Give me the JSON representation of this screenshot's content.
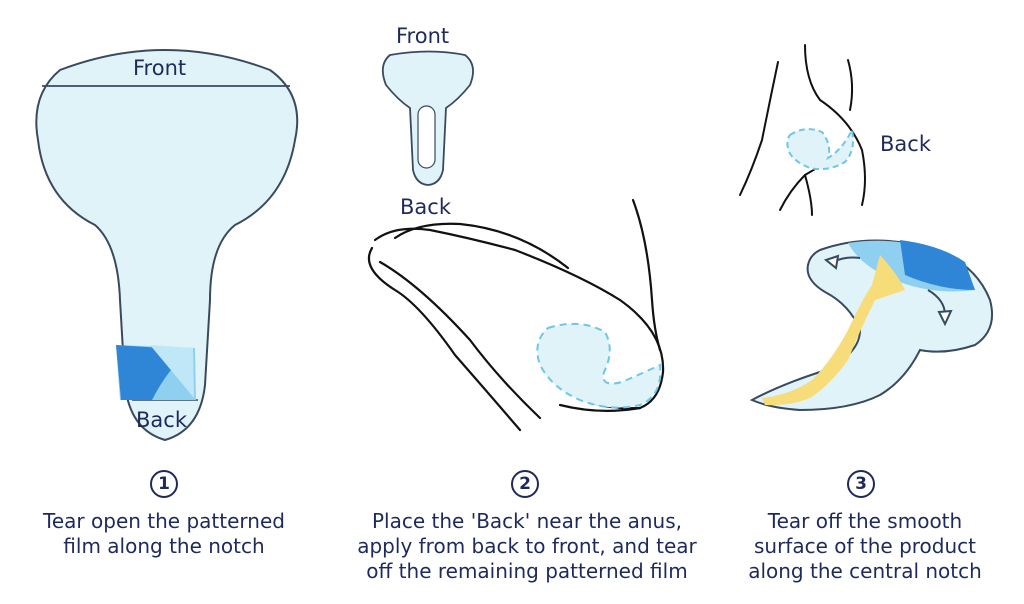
{
  "steps": [
    {
      "number": "1",
      "labels": {
        "front": "Front",
        "back": "Back"
      },
      "caption": [
        "Tear open the patterned",
        "film along the notch"
      ]
    },
    {
      "number": "2",
      "labels": {
        "front": "Front",
        "back": "Back"
      },
      "caption": [
        "Place the 'Back' near the anus,",
        "apply from back to front, and tear",
        "off the remaining patterned film"
      ]
    },
    {
      "number": "3",
      "labels": {
        "back": "Back"
      },
      "caption": [
        "Tear off the smooth",
        "surface of the product",
        "along the central notch"
      ]
    }
  ],
  "colors": {
    "text": "#1f2a5c",
    "outline": "#3a4a5e",
    "product_fill": "#dff3f8",
    "film_dark": "#2f86d6",
    "film_light": "#8fd0f0",
    "dashed_area": "#6ec6e8",
    "adhesive_strip": "#f7dc7a"
  }
}
